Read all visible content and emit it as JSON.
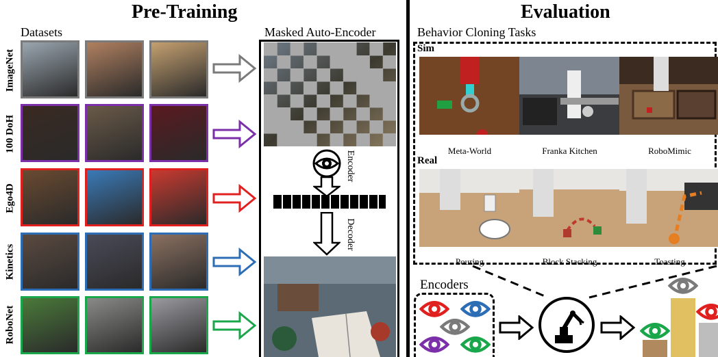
{
  "pretraining": {
    "title": "Pre-Training",
    "datasets_label": "Datasets",
    "mae_label": "Masked Auto-Encoder",
    "encoder_label": "Encoder",
    "decoder_label": "Decoder",
    "rows": [
      {
        "label": "ImageNet",
        "color": "#7a7a7a"
      },
      {
        "label": "100 DoH",
        "color": "#7b2fa8"
      },
      {
        "label": "Ego4D",
        "color": "#e0201f"
      },
      {
        "label": "Kinetics",
        "color": "#2d6db5"
      },
      {
        "label": "RoboNet",
        "color": "#1aa64a"
      }
    ]
  },
  "evaluation": {
    "title": "Evaluation",
    "tasks_label": "Behavior Cloning Tasks",
    "sim_label": "Sim",
    "real_label": "Real",
    "sim_tasks": [
      "Meta-World",
      "Franka Kitchen",
      "RoboMimic"
    ],
    "real_tasks": [
      "Pouring",
      "Block Stacking",
      "Toasting"
    ],
    "encoders_label": "Encoders"
  },
  "colors": {
    "gray": "#7a7a7a",
    "purple": "#7b2fa8",
    "red": "#e0201f",
    "blue": "#2d6db5",
    "green": "#1aa64a",
    "gold": "#e0c060",
    "brown": "#b08a5e",
    "lightgray": "#bdbdbd"
  }
}
